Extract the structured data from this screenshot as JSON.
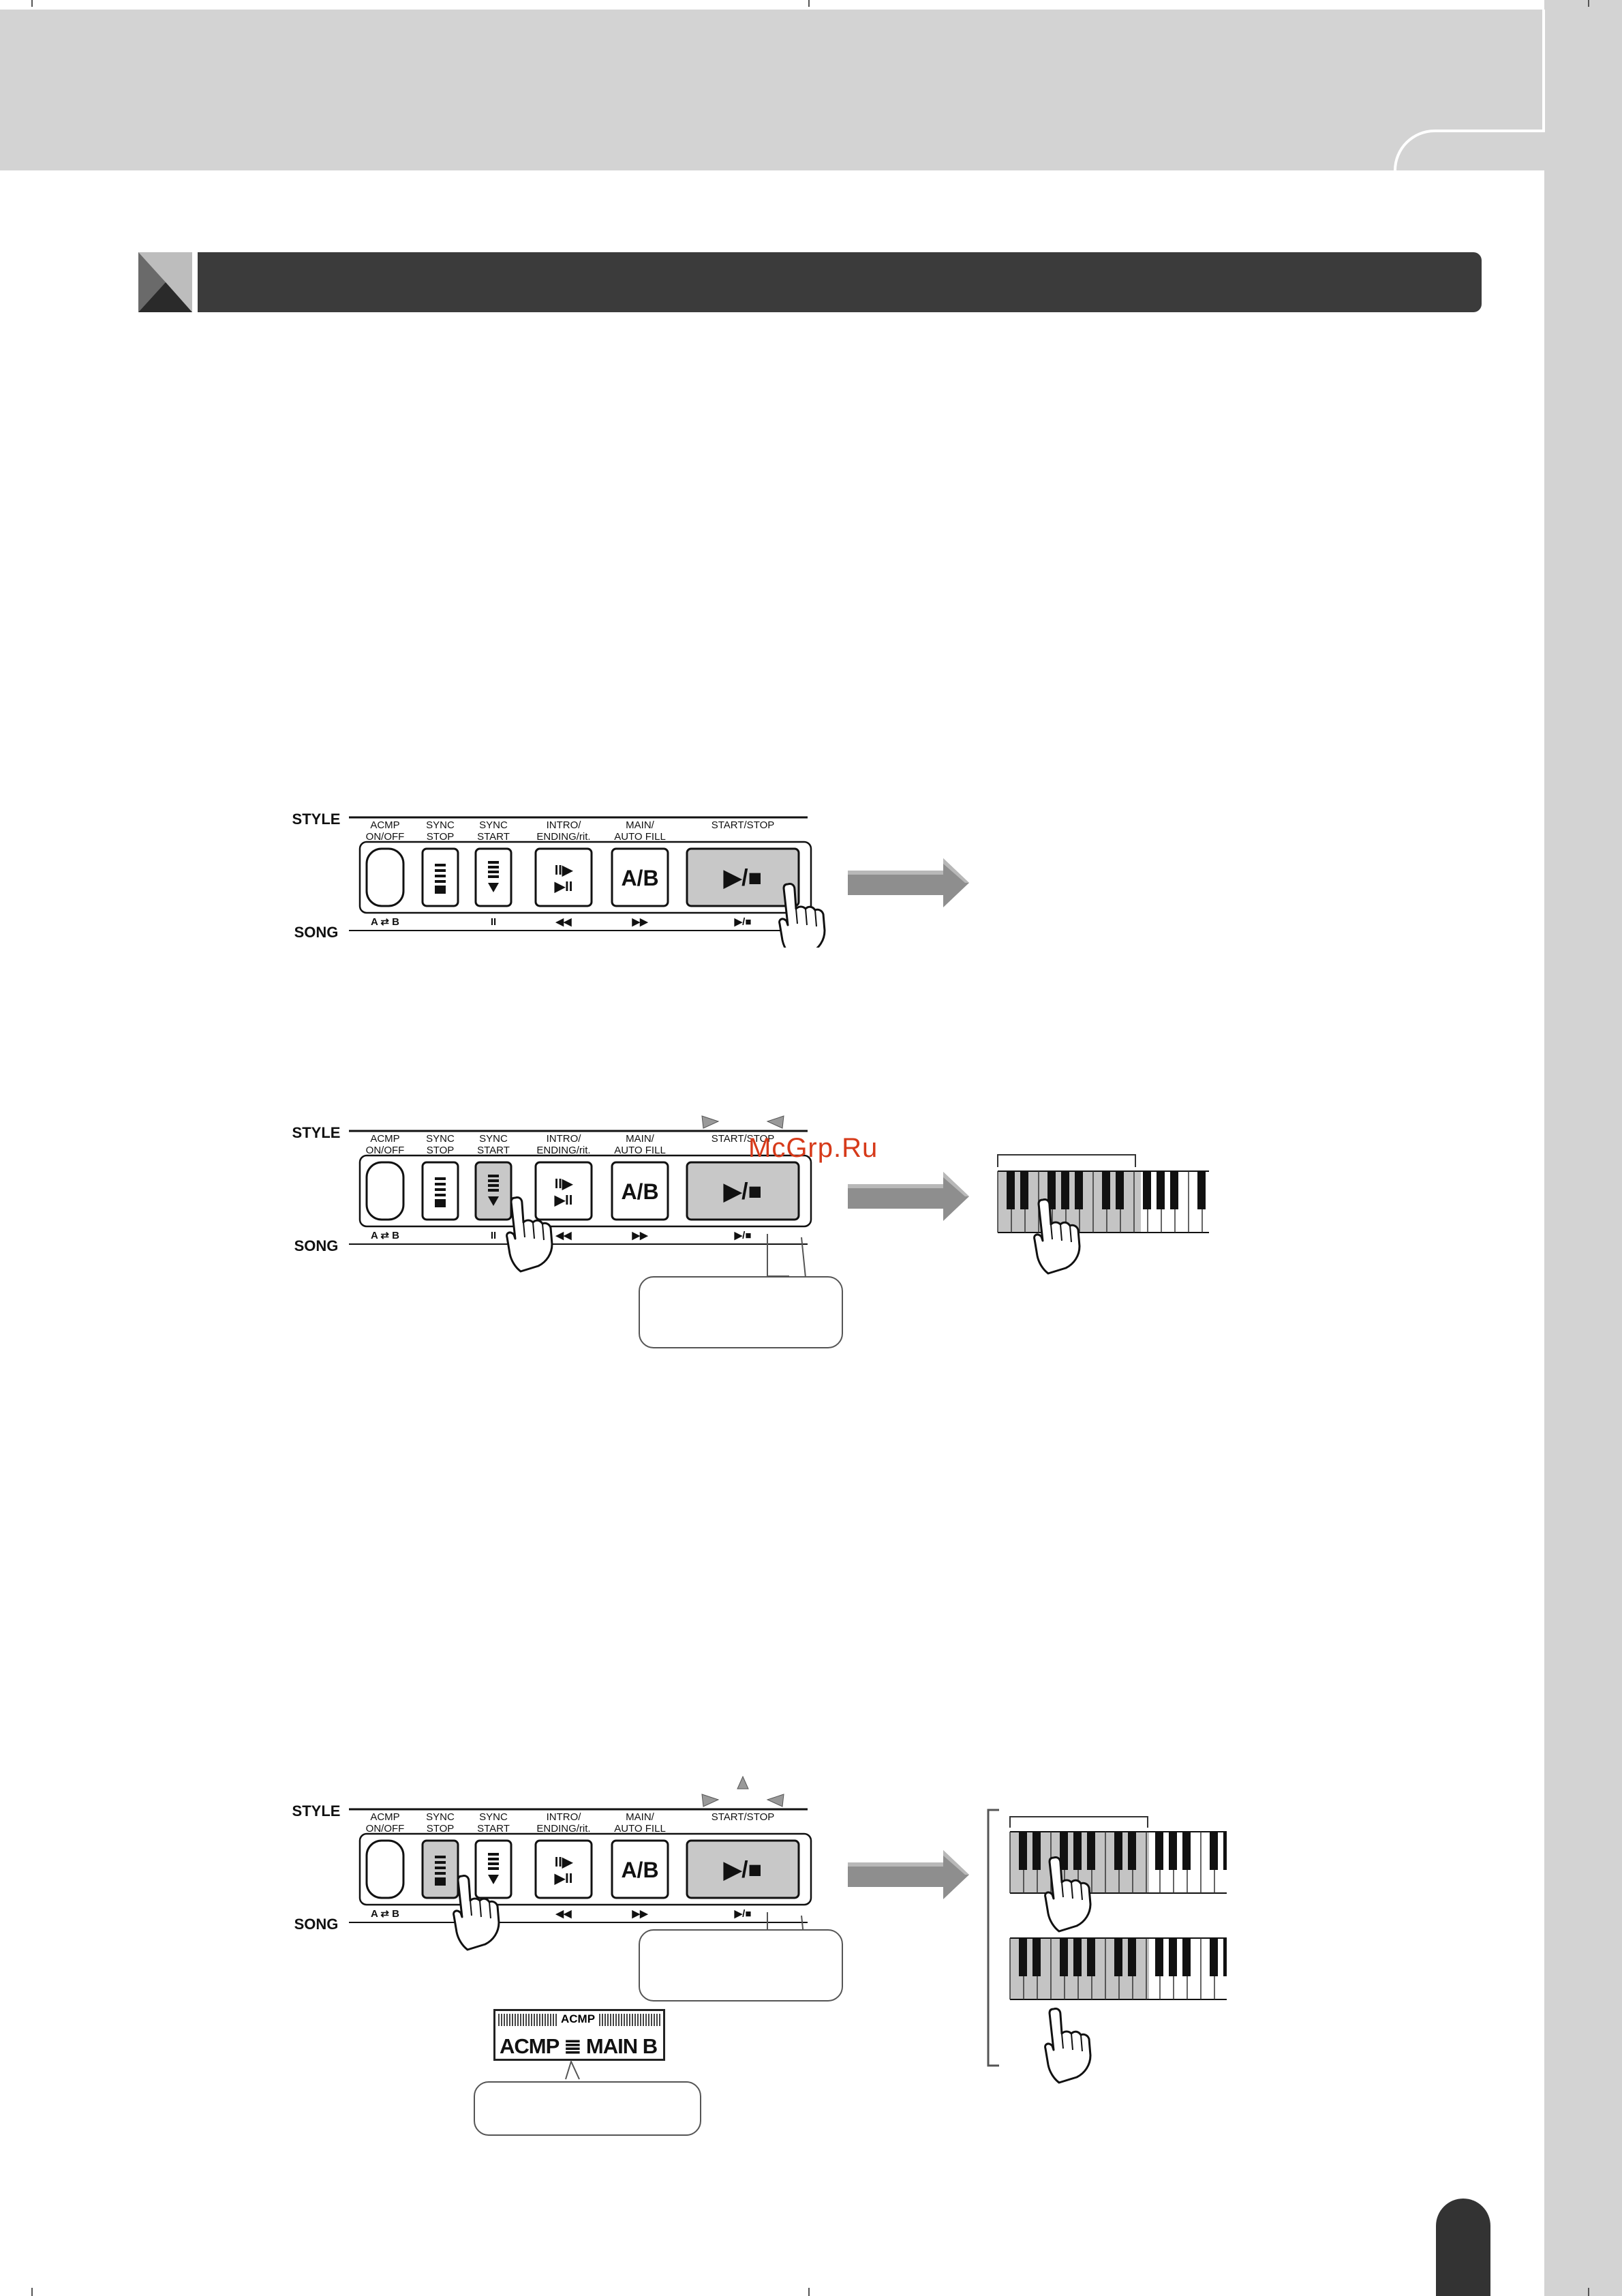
{
  "panel": {
    "style_label": "STYLE",
    "song_label": "SONG",
    "buttons": [
      {
        "label_top": "ACMP\nON/OFF",
        "label_bottom": "A ⇄ B"
      },
      {
        "label_top": "SYNC\nSTOP",
        "label_bottom": ""
      },
      {
        "label_top": "SYNC\nSTART",
        "label_bottom": "II"
      },
      {
        "label_top": "INTRO/\nENDING/rit.",
        "label_bottom": "◀◀"
      },
      {
        "label_top": "MAIN/\nAUTO FILL",
        "label_bottom": "▶▶",
        "face": "A/B"
      },
      {
        "label_top": "START/STOP",
        "label_bottom": "▶/■",
        "face": "▶/■"
      }
    ]
  },
  "diagrams": [
    {
      "pressed_button": "START/STOP",
      "lamp_blinking": false
    },
    {
      "pressed_button": "SYNC START",
      "lamp_blinking": true
    },
    {
      "pressed_button": "SYNC STOP",
      "lamp_blinking": true
    }
  ],
  "watermark": "McGrp.Ru",
  "lcd": {
    "indicator": "ACMP",
    "text": "ACMP ≣ MAIN B"
  },
  "icons": [
    "hand-press-icon",
    "right-arrow-icon",
    "keyboard-icon",
    "blink-lamp-icon"
  ]
}
